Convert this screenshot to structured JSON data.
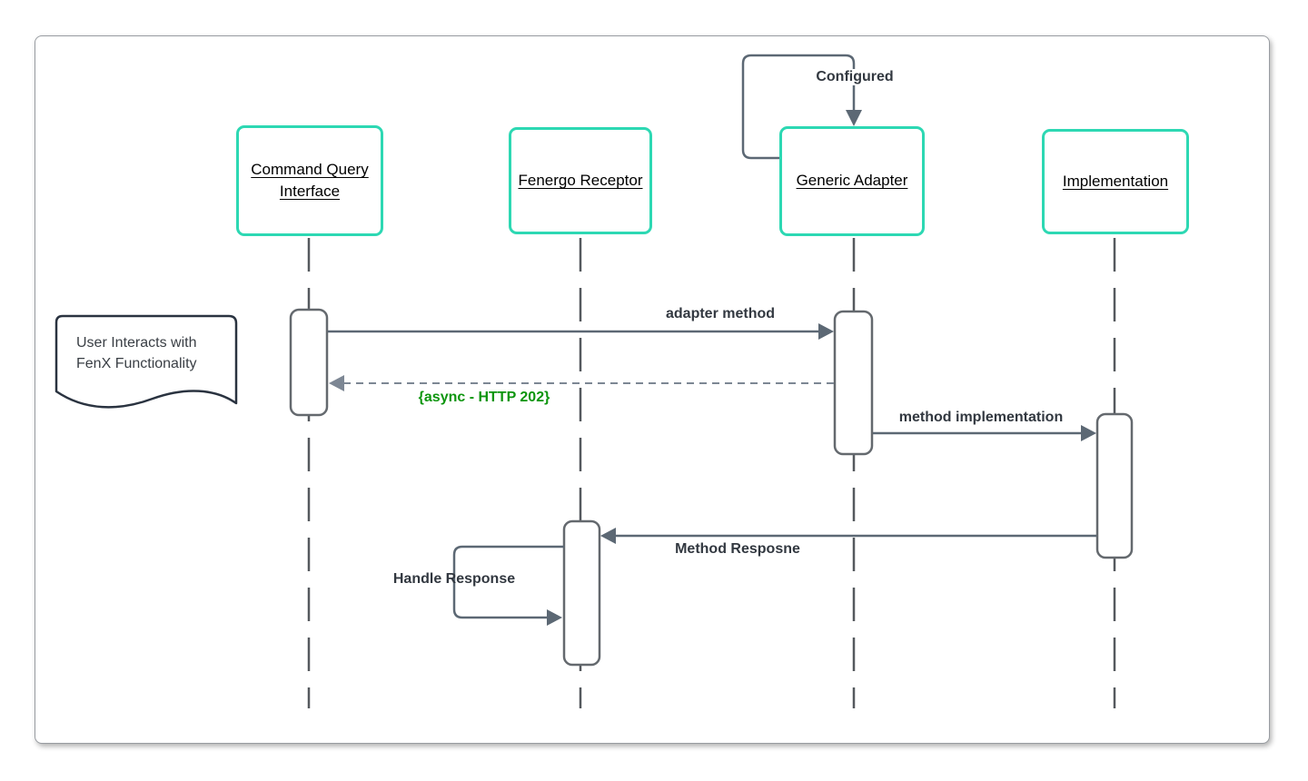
{
  "diagram": {
    "actors": [
      {
        "label": "Command Query Interface"
      },
      {
        "label": "Fenergo Receptor"
      },
      {
        "label": "Generic Adapter"
      },
      {
        "label": "Implementation"
      }
    ],
    "note": {
      "text": "User Interacts with FenX Functionality"
    },
    "messages": {
      "configured": "Configured",
      "adapter_method": "adapter method",
      "async_response": "{async - HTTP 202}",
      "method_implementation": "method implementation",
      "method_response": "Method Resposne",
      "handle_response": "Handle Response"
    },
    "colors": {
      "actor_border": "#2dd8b3",
      "connector": "#5c6874",
      "dashed_connector": "#7d8794",
      "lifeline": "#55595e",
      "activation_border": "#64696e",
      "note_border": "#2a3340",
      "label_text": "#323840",
      "async_label_text": "#0d950e"
    }
  }
}
